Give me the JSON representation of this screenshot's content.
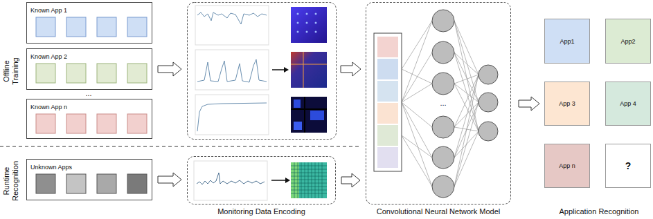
{
  "diagram": {
    "nodes": [
      {
        "text": [
          "Known App 1"
        ]
      },
      {
        "text": [
          "Known App 2"
        ]
      },
      {
        "text": [
          "Known App n"
        ]
      },
      {
        "text": [
          "Unknown Apps"
        ]
      },
      {
        "text": [
          "Monitoring Data Encoding"
        ]
      },
      {
        "text": [
          "Convolutional Neural Network Model"
        ]
      },
      {
        "text": [
          "App1"
        ]
      },
      {
        "text": [
          "App2"
        ]
      },
      {
        "text": [
          "App 3"
        ]
      },
      {
        "text": [
          "App 4"
        ]
      },
      {
        "text": [
          "App n"
        ]
      },
      {
        "text": [
          "?"
        ]
      }
    ],
    "edges": [
      {
        "from": 3,
        "to": 4,
        "arrow": "to"
      },
      {
        "from": 4,
        "to": 5,
        "arrow": "to"
      }
    ],
    "labels": [
      "Offline Training",
      "...",
      "Runtime Recognition",
      "...",
      "Application Recognition"
    ]
  }
}
